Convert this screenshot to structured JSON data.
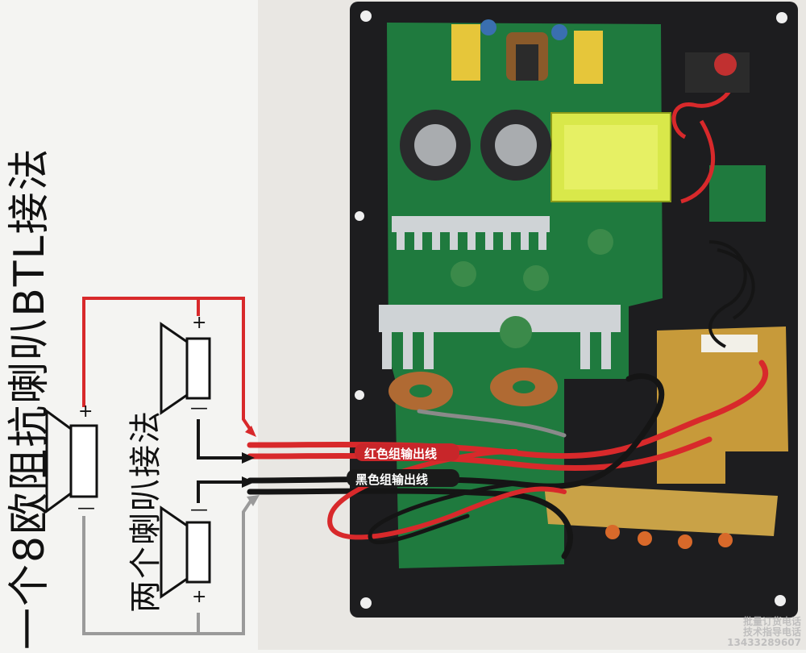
{
  "diagram": {
    "title_main": "一个8欧阻抗喇叭BTL接法",
    "title_sub": "两个喇叭接法",
    "polarity_plus": "+",
    "polarity_minus": "—"
  },
  "photo": {
    "red_cable_label": "红色组输出线",
    "black_cable_label": "黑色组输出线",
    "watermark_line1": "批量订货电话",
    "watermark_line2": "技术指导电话",
    "watermark_line3": "13433289607"
  },
  "colors": {
    "wire_red": "#d8292b",
    "wire_gray": "#9a9a9a",
    "wire_black": "#151515",
    "panel": "#1d1d1f",
    "pcb": "#1f7a3e",
    "heatsink": "#cfd3d6"
  }
}
